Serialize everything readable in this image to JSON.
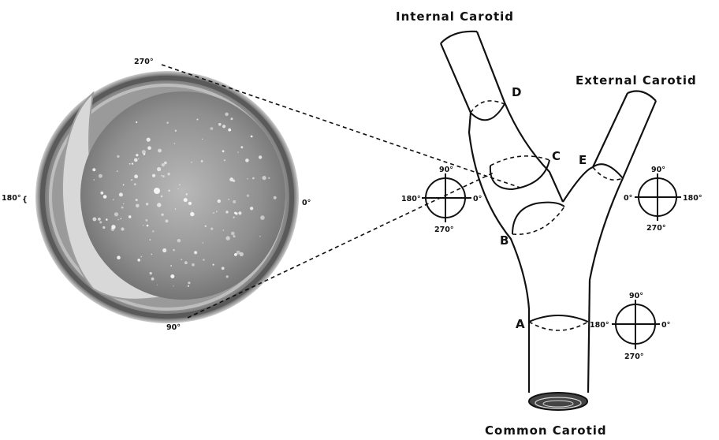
{
  "vessels": {
    "internal": "Internal Carotid",
    "external": "External Carotid",
    "common": "Common Carotid"
  },
  "sections": [
    "A",
    "B",
    "C",
    "D",
    "E"
  ],
  "micrograph": {
    "deg_270": "270°",
    "deg_180": "180°",
    "deg_0": "0°",
    "deg_90": "90°"
  },
  "compass_internal": {
    "top": "90°",
    "left": "180°",
    "right": "0°",
    "bottom": "270°"
  },
  "compass_external": {
    "top": "90°",
    "left": "0°",
    "right": "180°",
    "bottom": "270°"
  },
  "compass_common": {
    "top": "90°",
    "left": "180°",
    "right": "0°",
    "bottom": "270°"
  }
}
